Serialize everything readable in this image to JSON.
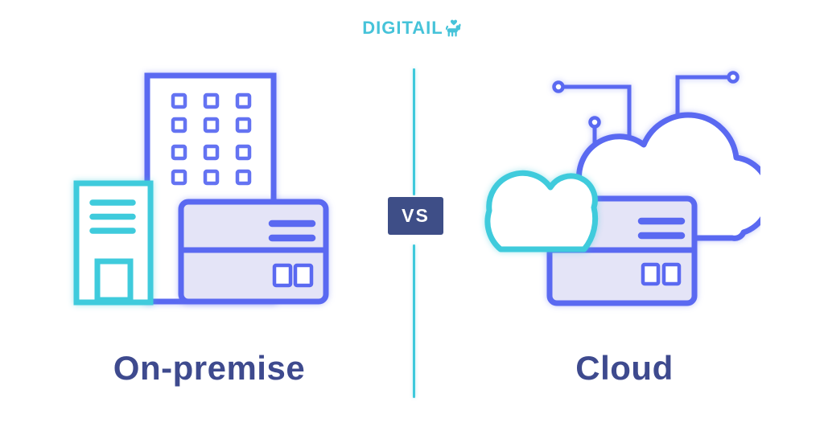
{
  "logo": {
    "text": "DIGITAIL",
    "color": "#46C3D9",
    "mascot_icon": "dog-with-heart-tail-icon"
  },
  "vs_badge": {
    "label": "VS",
    "background": "#3E4E87",
    "text_color": "#FFFFFF"
  },
  "divider": {
    "color": "#3EC9DB",
    "style": "solid-vertical"
  },
  "panels": {
    "left": {
      "label": "On-premise",
      "illustration": "office-buildings-with-server-rack",
      "icons": [
        "office-building-icon",
        "small-building-icon",
        "server-rack-icon"
      ]
    },
    "right": {
      "label": "Cloud",
      "illustration": "clouds-with-server-rack-and-circuit-nodes",
      "icons": [
        "large-cloud-icon",
        "small-cloud-icon",
        "server-rack-icon",
        "circuit-node-icon"
      ]
    }
  },
  "colors": {
    "background": "#FFFFFF",
    "indigo_outline": "#5A69F1",
    "teal_outline": "#3FCBDC",
    "server_fill": "#E4E4F7",
    "heading_text": "#3E4A8E",
    "logo_teal": "#46C3D9",
    "vs_background": "#3E4E87",
    "divider_teal": "#3EC9DB"
  }
}
